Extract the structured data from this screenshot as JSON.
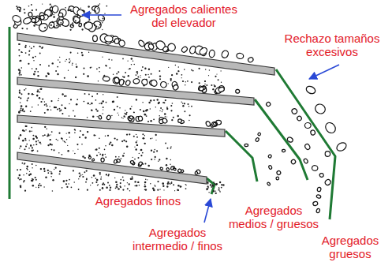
{
  "diagram": {
    "labels": [
      "Agregados calientes del elevador",
      "Rechazo tamaños excesivos",
      "Agregados finos",
      "Agregados intermedio / finos",
      "Agregados medios / gruesos",
      "Agregados gruesos"
    ]
  }
}
